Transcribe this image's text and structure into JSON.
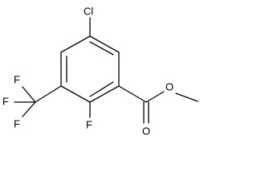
{
  "structure": {
    "labels": {
      "chlorine": "Cl",
      "fluorine_ring": "F",
      "cf3_fluorine_top": "F",
      "cf3_fluorine_left": "F",
      "cf3_fluorine_bottom": "F",
      "carbonyl_oxygen": "O",
      "ester_oxygen": "O"
    },
    "colors": {
      "bond": "#000000",
      "text": "#000000",
      "background": "#ffffff"
    }
  }
}
